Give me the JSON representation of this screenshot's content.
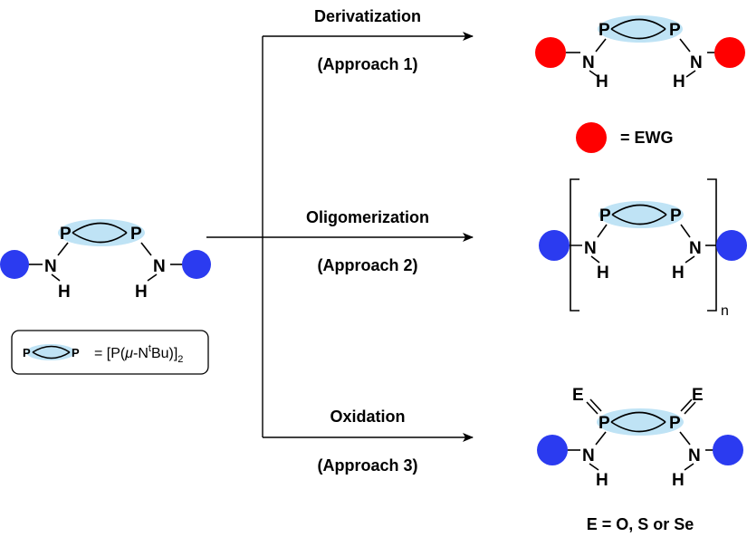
{
  "colors": {
    "ewg": "#ff0000",
    "polymer_ends": "#2b3bf0",
    "ring_highlight": "#bfe3f5"
  },
  "atoms": {
    "P": "P",
    "N": "N",
    "H": "H",
    "E": "E"
  },
  "reactions": [
    {
      "name": "Derivatization",
      "approach": "(Approach 1)"
    },
    {
      "name": "Oligomerization",
      "approach": "(Approach 2)"
    },
    {
      "name": "Oxidation",
      "approach": "(Approach 3)"
    }
  ],
  "ewg_legend": "= EWG",
  "oligomer_subscript": "n",
  "legend": {
    "prefix": "= [P(",
    "mu": "μ",
    "mid": "-N",
    "sup": "t",
    "suffix": "Bu)]",
    "sub": "2"
  },
  "oxidation_note": "E = O, S or Se"
}
